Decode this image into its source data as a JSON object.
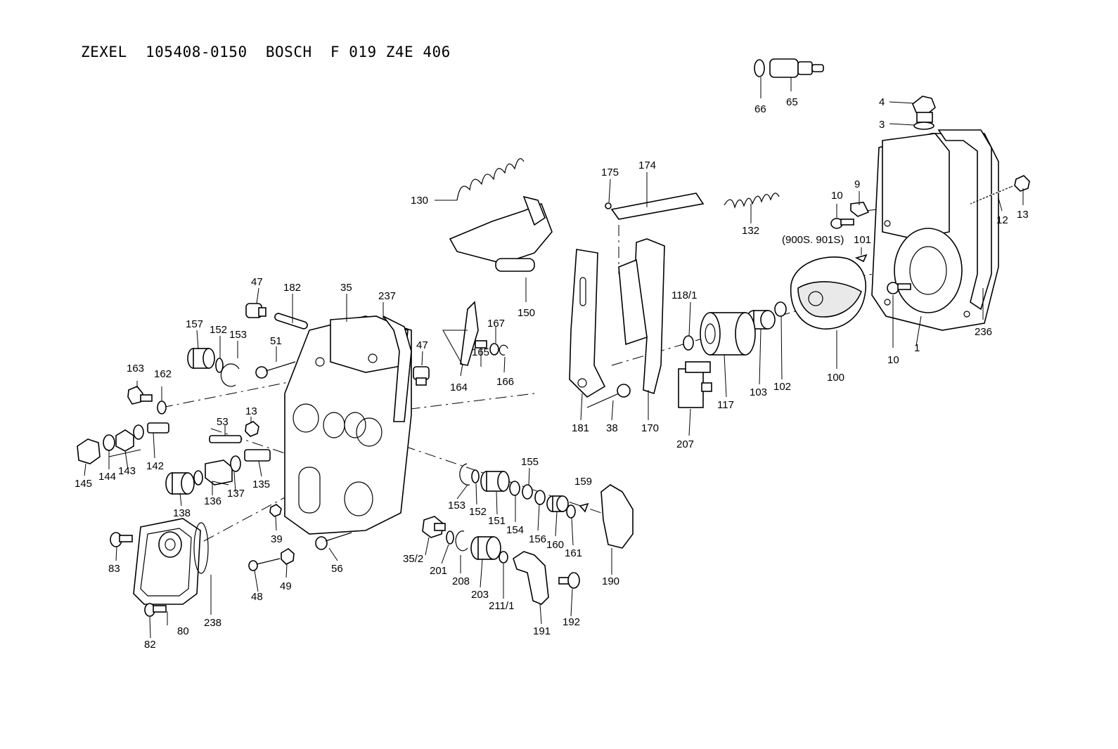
{
  "title": {
    "brand1": "ZEXEL",
    "part_no1": "105408-0150",
    "brand2": "BOSCH",
    "part_no2": "F 019 Z4E 406"
  },
  "note_label": "(900S. 901S)",
  "part_labels": [
    "66",
    "65",
    "4",
    "3",
    "175",
    "174",
    "132",
    "10",
    "9",
    "12",
    "13",
    "101",
    "130",
    "150",
    "118/1",
    "47",
    "182",
    "35",
    "237",
    "157",
    "152",
    "153",
    "167",
    "51",
    "47",
    "165",
    "166",
    "164",
    "100",
    "10",
    "1",
    "236",
    "163",
    "162",
    "53",
    "13",
    "117",
    "103",
    "102",
    "181",
    "38",
    "170",
    "207",
    "145",
    "144",
    "143",
    "142",
    "135",
    "138",
    "136",
    "137",
    "155",
    "159",
    "153",
    "152",
    "151",
    "154",
    "156",
    "160",
    "161",
    "39",
    "83",
    "35/2",
    "201",
    "208",
    "203",
    "211/1",
    "56",
    "49",
    "48",
    "190",
    "192",
    "191",
    "238",
    "82",
    "80"
  ]
}
